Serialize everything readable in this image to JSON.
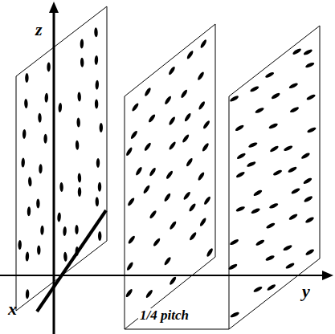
{
  "diagram": {
    "labels": [
      "z",
      "y",
      "x",
      "1/4 pitch"
    ]
  }
}
